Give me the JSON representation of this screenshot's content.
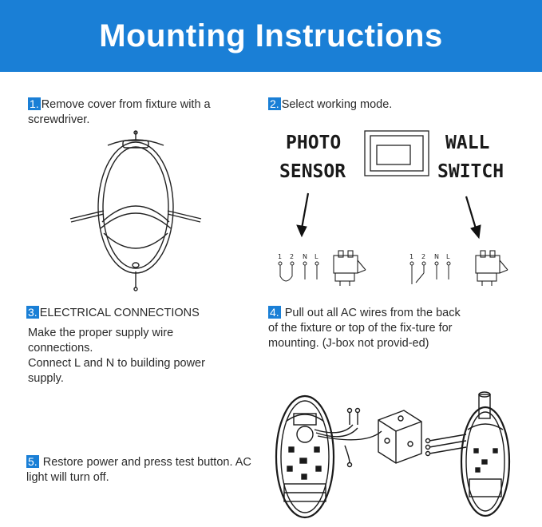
{
  "header": {
    "title": "Mounting Instructions"
  },
  "steps": {
    "s1": {
      "num": "1.",
      "text": "Remove cover from fixture with a screwdriver."
    },
    "s2": {
      "num": "2.",
      "text": "Select working mode."
    },
    "s3": {
      "num": "3.",
      "title": "ELECTRICAL CONNECTIONS",
      "line1": "Make the proper supply wire connections.",
      "line2": "Connect L and N to building power supply."
    },
    "s4": {
      "num": "4.",
      "text": " Pull out all AC wires from the back of the fixture or top of the fix-ture for mounting. (J-box not provid-ed)"
    },
    "s5": {
      "num": "5.",
      "text": " Restore power and press test button. AC light will turn off."
    }
  },
  "mode": {
    "left_l1": "PHOTO",
    "left_l2": "SENSOR",
    "right_l1": "WALL",
    "right_l2": "SWITCH"
  },
  "terminals": {
    "t1": "1",
    "t2": "2",
    "tN": "N",
    "tL": "L"
  }
}
